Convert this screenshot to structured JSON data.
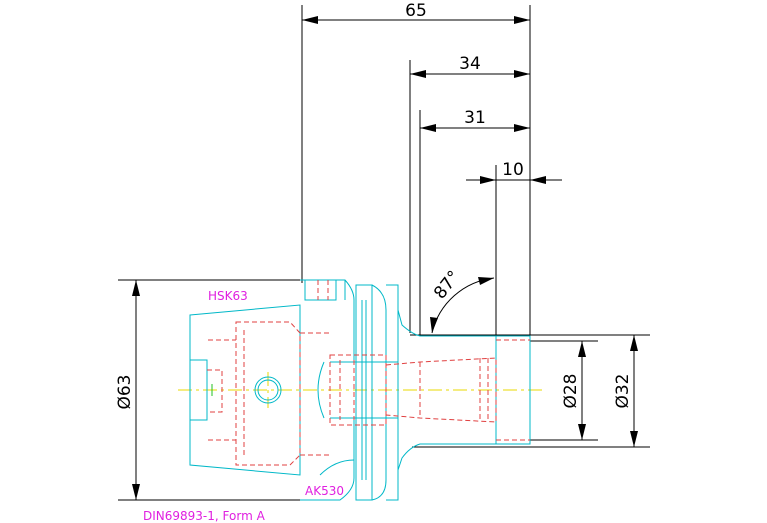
{
  "dimensions": {
    "d65": "65",
    "d34": "34",
    "d31": "31",
    "d10": "10",
    "angle": "87°",
    "dia63": "Ø63",
    "dia28": "Ø28",
    "dia32": "Ø32"
  },
  "labels": {
    "hsk": "HSK63",
    "ak": "AK530",
    "din": "DIN69893-1, Form A"
  },
  "colors": {
    "outline": "#00b8c8",
    "hidden": "#e04040",
    "center": "#e8d800",
    "dimension": "#000000",
    "label": "#e020e0"
  }
}
